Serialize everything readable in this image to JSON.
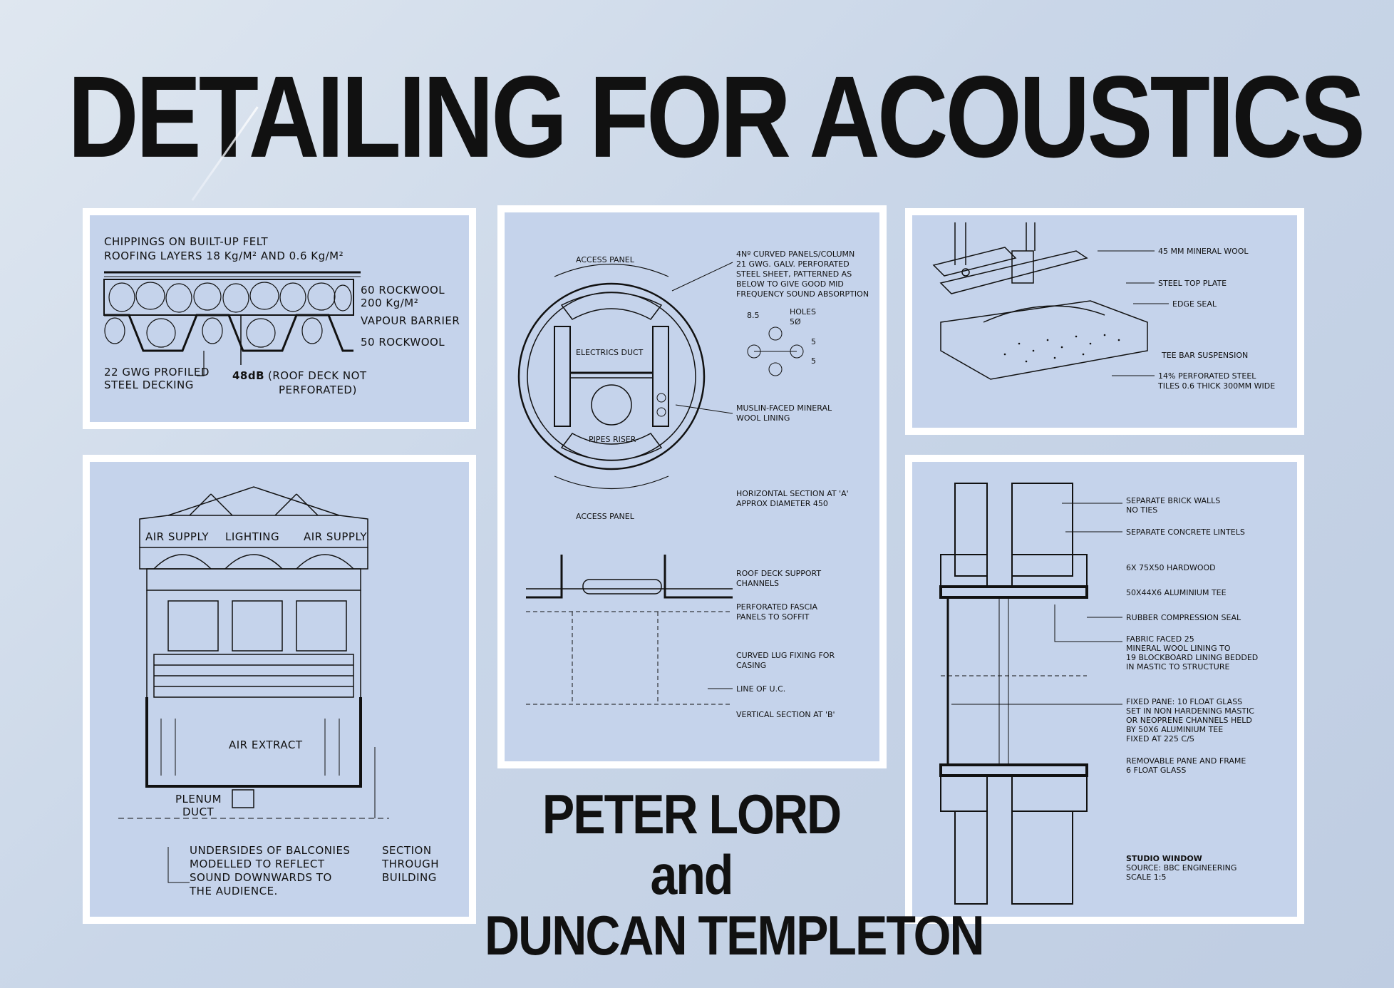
{
  "book": {
    "title": "DETAILING FOR ACOUSTICS",
    "author_1": "PETER LORD",
    "conjunction": "and",
    "author_2": "DUNCAN TEMPLETON"
  },
  "colors": {
    "background": "#c9d6e8",
    "panel_border": "#ffffff",
    "panel_fill": "#c5d3eb",
    "ink": "#111111"
  },
  "panel_roof": {
    "label_chippings_1": "CHIPPINGS ON BUILT-UP FELT",
    "label_chippings_2": "ROOFING LAYERS 18 Kg/M² AND 0.6 Kg/M²",
    "label_rockwool_60_1": "60 ROCKWOOL",
    "label_rockwool_60_2": "200 Kg/M²",
    "label_vapour": "VAPOUR BARRIER",
    "label_rockwool_50": "50 ROCKWOOL",
    "label_decking_1": "22 GWG PROFILED",
    "label_decking_2": "STEEL DECKING",
    "label_db": "48dB",
    "label_note_1": "(ROOF DECK NOT",
    "label_note_2": "PERFORATED)"
  },
  "panel_duct": {
    "access_top": "ACCESS PANEL",
    "access_bottom": "ACCESS PANEL",
    "electrics": "ELECTRICS DUCT",
    "pipes": "PIPES RISER",
    "curved_1": "4Nº CURVED PANELS/COLUMN",
    "curved_2": "21 GWG. GALV. PERFORATED",
    "curved_3": "STEEL SHEET, PATTERNED AS",
    "curved_4": "BELOW TO GIVE GOOD MID",
    "curved_5": "FREQUENCY SOUND ABSORPTION",
    "dim_85": "8.5",
    "holes_1": "HOLES",
    "holes_2": "5Ø",
    "dim_5a": "5",
    "dim_5b": "5",
    "muslin_1": "MUSLIN-FACED MINERAL",
    "muslin_2": "WOOL LINING",
    "hsection_1": "HORIZONTAL SECTION AT 'A'",
    "hsection_2": "APPROX DIAMETER 450",
    "roofdeck_1": "ROOF DECK SUPPORT",
    "roofdeck_2": "CHANNELS",
    "fascia_1": "PERFORATED FASCIA",
    "fascia_2": "PANELS TO SOFFIT",
    "lug_1": "CURVED LUG FIXING FOR",
    "lug_2": "CASING",
    "line_uc": "LINE OF U.C.",
    "vsection": "VERTICAL SECTION AT 'B'"
  },
  "panel_ceiling": {
    "mineral_wool": "45 MM MINERAL WOOL",
    "steel_top": "STEEL TOP PLATE",
    "edge_seal": "EDGE SEAL",
    "tee_bar": "TEE BAR SUSPENSION",
    "tiles_1": "14% PERFORATED STEEL",
    "tiles_2": "TILES 0.6 THICK 300MM WIDE"
  },
  "panel_theatre": {
    "air_supply_left": "AIR SUPPLY",
    "lighting": "LIGHTING",
    "air_supply_right": "AIR SUPPLY",
    "air_extract": "AIR EXTRACT",
    "plenum_1": "PLENUM",
    "plenum_2": "DUCT",
    "balconies_1": "UNDERSIDES OF BALCONIES",
    "balconies_2": "MODELLED TO REFLECT",
    "balconies_3": "SOUND DOWNWARDS TO",
    "balconies_4": "THE AUDIENCE.",
    "section_1": "SECTION",
    "section_2": "THROUGH",
    "section_3": "BUILDING"
  },
  "panel_window": {
    "brick_1": "SEPARATE BRICK WALLS",
    "brick_2": "NO TIES",
    "lintels": "SEPARATE CONCRETE LINTELS",
    "hardwood": "6X 75X50 HARDWOOD",
    "tee": "50X44X6 ALUMINIUM TEE",
    "rubber": "RUBBER COMPRESSION SEAL",
    "fabric_1": "FABRIC FACED 25",
    "fabric_2": "MINERAL WOOL LINING TO",
    "fabric_3": "19 BLOCKBOARD LINING BEDDED",
    "fabric_4": "IN MASTIC TO STRUCTURE",
    "fixed_1": "FIXED PANE: 10 FLOAT GLASS",
    "fixed_2": "SET IN NON HARDENING MASTIC",
    "fixed_3": "OR NEOPRENE CHANNELS HELD",
    "fixed_4": "BY 50X6 ALUMINIUM TEE",
    "fixed_5": "FIXED AT 225 C/S",
    "removable_1": "REMOVABLE PANE AND FRAME",
    "removable_2": "6 FLOAT GLASS",
    "studio_1": "STUDIO WINDOW",
    "studio_2": "SOURCE: BBC ENGINEERING",
    "studio_3": "SCALE 1:5"
  }
}
